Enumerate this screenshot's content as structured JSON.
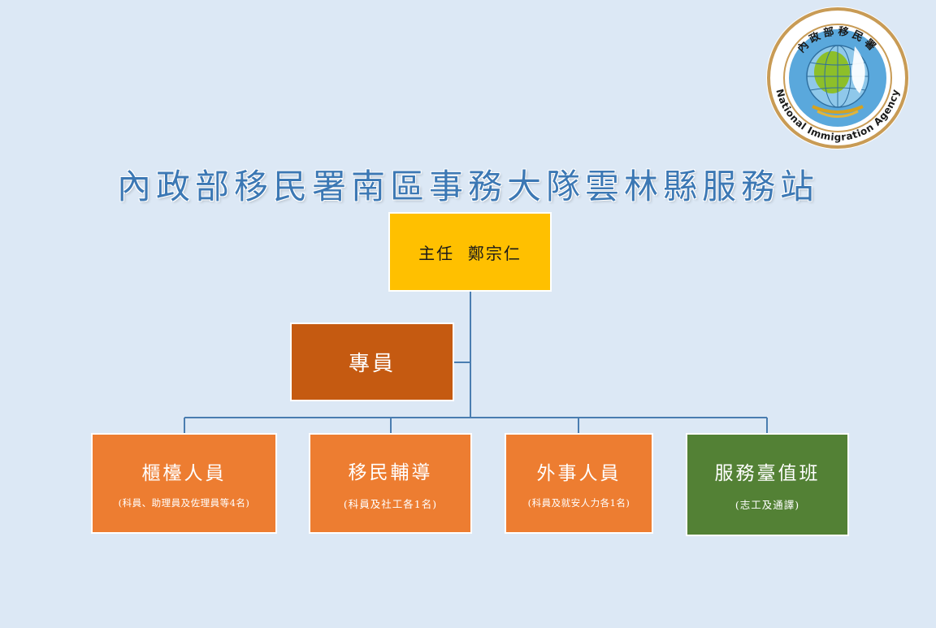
{
  "title": "內政部移民署南區事務大隊雲林縣服務站",
  "logo": {
    "icon": "national-immigration-agency-seal-icon",
    "text_chinese": "內政部移民署",
    "text_english": "National Immigration Agency"
  },
  "chart": {
    "director": {
      "label": "主任  鄭宗仁"
    },
    "specialist": {
      "label": "專員"
    },
    "units": [
      {
        "name": "櫃檯人員",
        "note": "(科員、助理員及佐理員等4名)"
      },
      {
        "name": "移民輔導",
        "note": "(科員及社工各1名)"
      },
      {
        "name": "外事人員",
        "note": "(科員及就安人力各1名)"
      },
      {
        "name": "服務臺值班",
        "note": "(志工及通譯)"
      }
    ]
  },
  "colors": {
    "background": "#dce8f5",
    "title": "#3c78b4",
    "director": "#ffc000",
    "specialist": "#c55a11",
    "unit_staff": "#ed7d31",
    "unit_volunteer": "#538135",
    "connector": "#4a7db0"
  }
}
